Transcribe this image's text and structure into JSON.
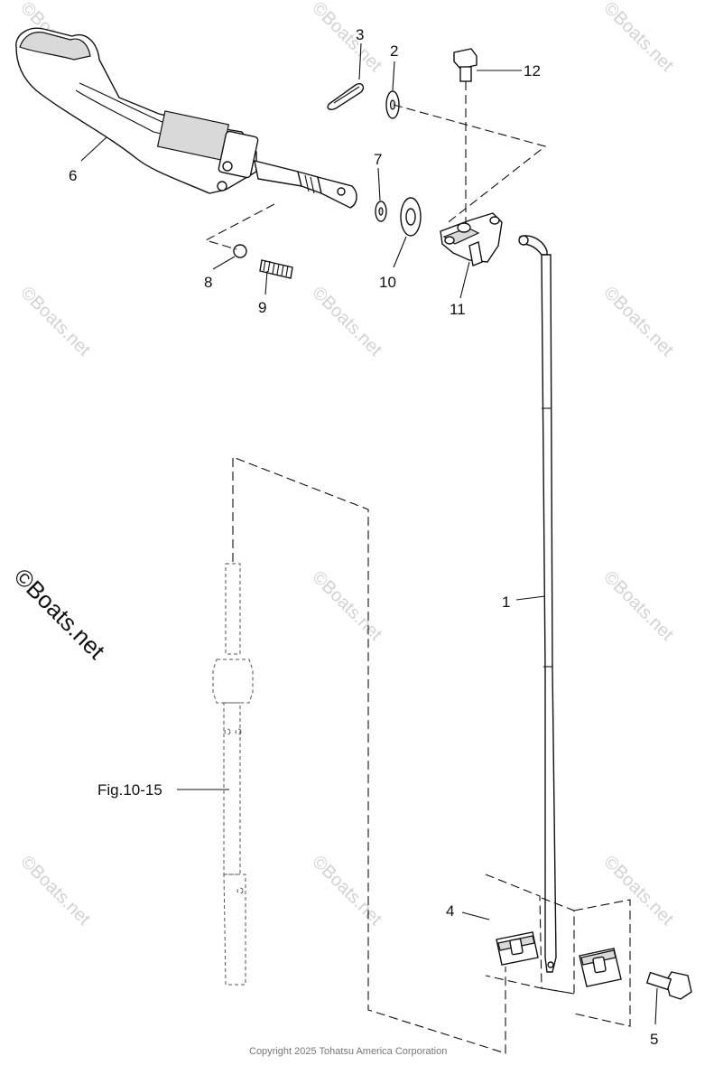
{
  "callouts": [
    "1",
    "2",
    "3",
    "4",
    "5",
    "6",
    "7",
    "8",
    "9",
    "10",
    "11",
    "12"
  ],
  "reference": "Fig.10-15",
  "watermark": "©Boats.net",
  "copyright": "Copyright 2025 Tohatsu America Corporation"
}
